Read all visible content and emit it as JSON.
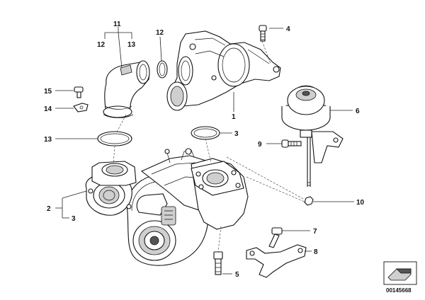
{
  "callouts": {
    "c1": "1",
    "c2": "2",
    "c3a": "3",
    "c3b": "3",
    "c4": "4",
    "c5": "5",
    "c6": "6",
    "c7": "7",
    "c8": "8",
    "c9": "9",
    "c10": "10",
    "c11": "11",
    "c12a": "12",
    "c12b": "12",
    "c13a": "13",
    "c13b": "13",
    "c14": "14",
    "c15": "15"
  },
  "document_number": "00145668"
}
